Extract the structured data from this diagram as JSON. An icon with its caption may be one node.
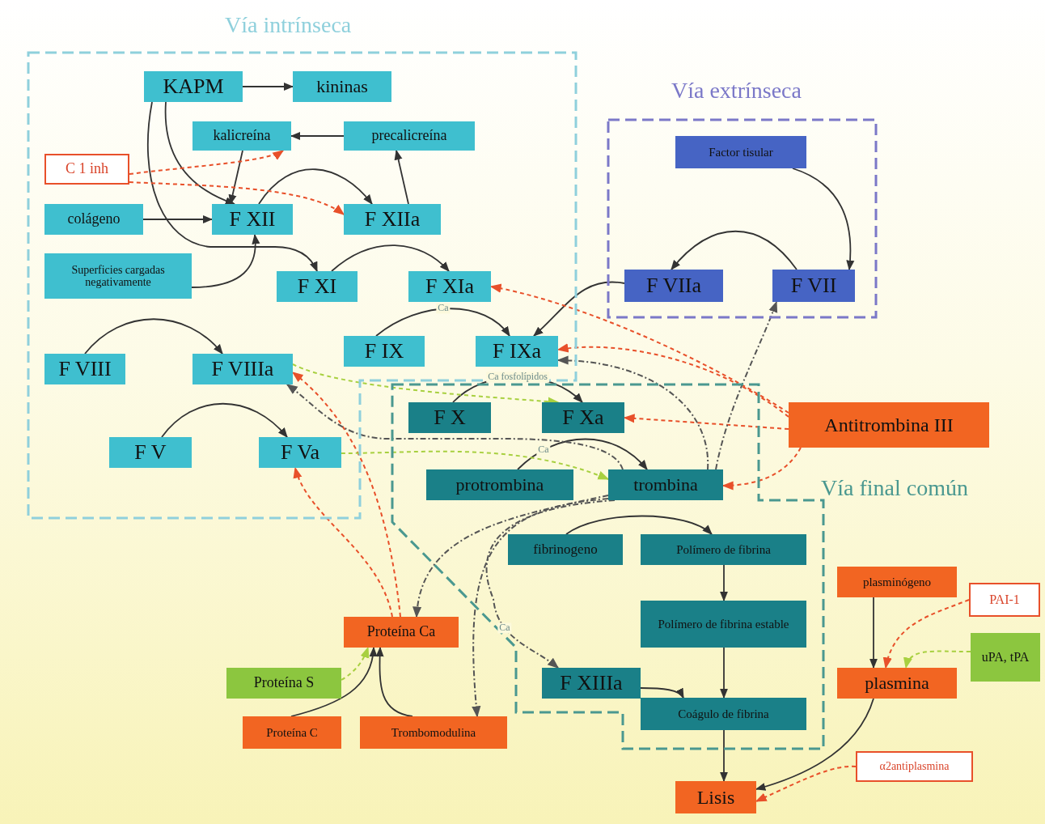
{
  "diagram": {
    "nodes": [
      {
        "text": [
          "Vía intrínseca"
        ]
      },
      {
        "text": [
          "KAPM"
        ],
        "in": 0
      },
      {
        "text": [
          "kininas"
        ],
        "in": 0
      },
      {
        "text": [
          "kalicreína"
        ],
        "in": 0
      },
      {
        "text": [
          "precalicreína"
        ],
        "in": 0
      },
      {
        "text": [
          "C 1 inh"
        ],
        "in": 0
      },
      {
        "text": [
          "colágeno"
        ],
        "in": 0
      },
      {
        "text": [
          "F XII"
        ],
        "in": 0
      },
      {
        "text": [
          "F XIIa"
        ],
        "in": 0
      },
      {
        "text": [
          "Superficies cargadas negativamente"
        ],
        "in": 0
      },
      {
        "text": [
          "F XI"
        ],
        "in": 0
      },
      {
        "text": [
          "F XIa"
        ],
        "in": 0
      },
      {
        "text": [
          "F IX"
        ],
        "in": 0
      },
      {
        "text": [
          "F IXa"
        ],
        "in": 0
      },
      {
        "text": [
          "F VIII"
        ],
        "in": 0
      },
      {
        "text": [
          "F VIIIa"
        ],
        "in": 0
      },
      {
        "text": [
          "F V"
        ],
        "in": 0
      },
      {
        "text": [
          "F Va"
        ],
        "in": 0
      },
      {
        "text": [
          "Vía extrínseca"
        ]
      },
      {
        "text": [
          "Factor tisular"
        ],
        "in": 18
      },
      {
        "text": [
          "F VIIa"
        ],
        "in": 18
      },
      {
        "text": [
          "F VII"
        ],
        "in": 18
      },
      {
        "text": [
          "Vía final común"
        ]
      },
      {
        "text": [
          "F X"
        ],
        "in": 22
      },
      {
        "text": [
          "F Xa"
        ],
        "in": 22
      },
      {
        "text": [
          "protrombina"
        ],
        "in": 22
      },
      {
        "text": [
          "trombina"
        ],
        "in": 22
      },
      {
        "text": [
          "fibrinogeno"
        ],
        "in": 22
      },
      {
        "text": [
          "Polímero de fibrina"
        ],
        "in": 22
      },
      {
        "text": [
          "Polímero de fibrina estable"
        ],
        "in": 22
      },
      {
        "text": [
          "F XIIIa"
        ],
        "in": 22
      },
      {
        "text": [
          "Coágulo de fibrina"
        ],
        "in": 22
      },
      {
        "text": [
          "Antitrombina III"
        ]
      },
      {
        "text": [
          "Proteína Ca"
        ]
      },
      {
        "text": [
          "Proteína S"
        ]
      },
      {
        "text": [
          "Proteína C"
        ]
      },
      {
        "text": [
          "Trombomodulina"
        ]
      },
      {
        "text": [
          "plasminógeno"
        ]
      },
      {
        "text": [
          "PAI-1"
        ]
      },
      {
        "text": [
          "uPA, tPA"
        ]
      },
      {
        "text": [
          "plasmina"
        ]
      },
      {
        "text": [
          "α2antiplasmina"
        ]
      },
      {
        "text": [
          "Lisis"
        ]
      }
    ],
    "edges": [
      {
        "from": 1,
        "to": 2,
        "arrow": "to"
      },
      {
        "from": 1,
        "to": 7,
        "arrow": "to"
      },
      {
        "from": 1,
        "to": 10,
        "arrow": "to"
      },
      {
        "from": 4,
        "to": 3,
        "arrow": "to"
      },
      {
        "from": 3,
        "to": 7,
        "arrow": "to"
      },
      {
        "from": 7,
        "to": 8,
        "arrow": "to"
      },
      {
        "from": 8,
        "to": 4,
        "arrow": "to"
      },
      {
        "from": 6,
        "to": 7,
        "arrow": "to"
      },
      {
        "from": 9,
        "to": 7,
        "arrow": "to"
      },
      {
        "from": 10,
        "to": 11,
        "arrow": "to"
      },
      {
        "from": 12,
        "to": 13,
        "label": "Ca",
        "arrow": "to"
      },
      {
        "from": 14,
        "to": 15,
        "arrow": "to"
      },
      {
        "from": 16,
        "to": 17,
        "arrow": "to"
      },
      {
        "from": 19,
        "to": 21,
        "arrow": "to"
      },
      {
        "from": 21,
        "to": 20,
        "arrow": "to"
      },
      {
        "from": 20,
        "to": 13,
        "arrow": "to"
      },
      {
        "from": 23,
        "to": 24,
        "label": "Ca fosfolípidos",
        "arrow": "to"
      },
      {
        "from": 25,
        "to": 26,
        "label": "Ca",
        "arrow": "to"
      },
      {
        "from": 27,
        "to": 28,
        "arrow": "to"
      },
      {
        "from": 28,
        "to": 29,
        "arrow": "to"
      },
      {
        "from": 29,
        "to": 31,
        "arrow": "to"
      },
      {
        "from": 30,
        "to": 31,
        "arrow": "to"
      },
      {
        "from": 31,
        "to": 42,
        "arrow": "to"
      },
      {
        "from": 37,
        "to": 40,
        "arrow": "to"
      },
      {
        "from": 40,
        "to": 42,
        "arrow": "to"
      },
      {
        "from": 35,
        "to": 33,
        "arrow": "to"
      },
      {
        "from": 36,
        "to": 33,
        "arrow": "to"
      },
      {
        "from": 5,
        "to": 3,
        "arrow": "to",
        "style": "dashed",
        "color": "#e8502a"
      },
      {
        "from": 5,
        "to": 8,
        "arrow": "to",
        "style": "dashed",
        "color": "#e8502a"
      },
      {
        "from": 32,
        "to": 11,
        "arrow": "to",
        "style": "dashed",
        "color": "#e8502a"
      },
      {
        "from": 32,
        "to": 13,
        "arrow": "to",
        "style": "dashed",
        "color": "#e8502a"
      },
      {
        "from": 32,
        "to": 24,
        "arrow": "to",
        "style": "dashed",
        "color": "#e8502a"
      },
      {
        "from": 32,
        "to": 26,
        "arrow": "to",
        "style": "dashed",
        "color": "#e8502a"
      },
      {
        "from": 33,
        "to": 17,
        "arrow": "to",
        "style": "dashed",
        "color": "#e8502a"
      },
      {
        "from": 33,
        "to": 15,
        "arrow": "to",
        "style": "dashed",
        "color": "#e8502a"
      },
      {
        "from": 38,
        "to": 40,
        "arrow": "to",
        "style": "dashed",
        "color": "#e8502a"
      },
      {
        "from": 41,
        "to": 42,
        "arrow": "to",
        "style": "dashed",
        "color": "#e8502a"
      },
      {
        "from": 39,
        "to": 40,
        "arrow": "to",
        "style": "dashed",
        "color": "#a8d040"
      },
      {
        "from": 15,
        "to": 24,
        "arrow": "to",
        "style": "dashed",
        "color": "#a8d040"
      },
      {
        "from": 17,
        "to": 26,
        "arrow": "to",
        "style": "dashed",
        "color": "#a8d040"
      },
      {
        "from": 34,
        "to": 33,
        "arrow": "to",
        "style": "dashed",
        "color": "#a8d040"
      },
      {
        "from": 26,
        "to": 15,
        "arrow": "to",
        "style": "dashed",
        "color": "#555555"
      },
      {
        "from": 26,
        "to": 13,
        "arrow": "to",
        "style": "dashed",
        "color": "#555555"
      },
      {
        "from": 26,
        "to": 21,
        "arrow": "to",
        "style": "dashed",
        "color": "#555555"
      },
      {
        "from": 26,
        "to": 30,
        "label": "Ca",
        "arrow": "to",
        "style": "dashed",
        "color": "#555555"
      },
      {
        "from": 26,
        "to": 33,
        "arrow": "to",
        "style": "dashed",
        "color": "#555555"
      },
      {
        "from": 26,
        "to": 36,
        "arrow": "to",
        "style": "dashed",
        "color": "#555555"
      }
    ]
  }
}
